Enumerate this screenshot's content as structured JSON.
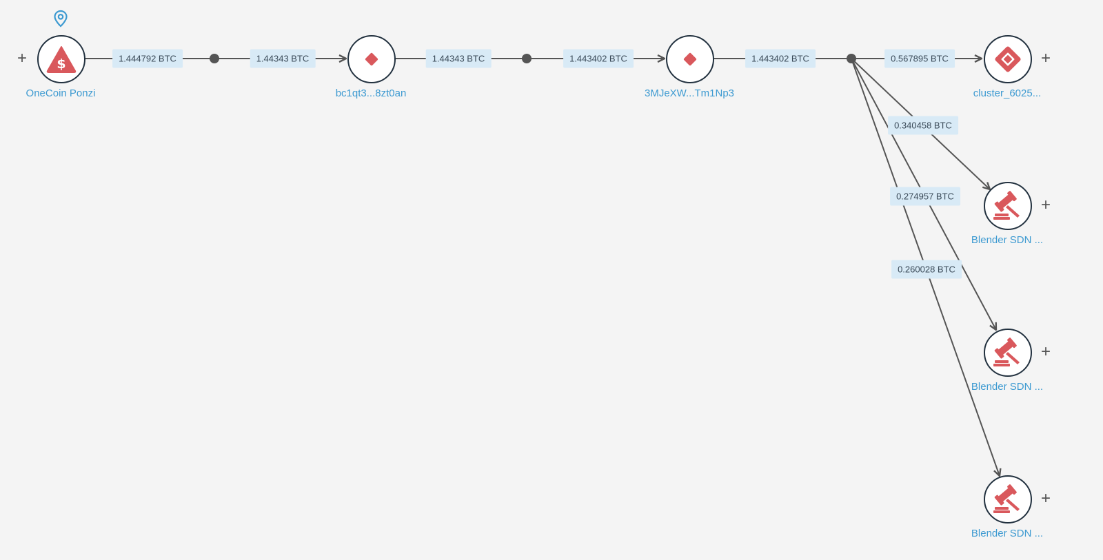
{
  "nodes": {
    "onecoin": {
      "label": "OneCoin Ponzi",
      "icon": "dollar-warning-icon"
    },
    "bc1": {
      "label": "bc1qt3...8zt0an",
      "icon": "diamond-icon"
    },
    "mje": {
      "label": "3MJeXW...Tm1Np3",
      "icon": "diamond-icon"
    },
    "cluster": {
      "label": "cluster_6025...",
      "icon": "diamond-outline-icon"
    },
    "blender1": {
      "label": "Blender SDN ...",
      "icon": "gavel-icon"
    },
    "blender2": {
      "label": "Blender SDN ...",
      "icon": "gavel-icon"
    },
    "blender3": {
      "label": "Blender SDN ...",
      "icon": "gavel-icon"
    }
  },
  "edges": [
    {
      "amount": "1.444792 BTC"
    },
    {
      "amount": "1.44343 BTC"
    },
    {
      "amount": "1.44343 BTC"
    },
    {
      "amount": "1.443402 BTC"
    },
    {
      "amount": "1.443402 BTC"
    },
    {
      "amount": "0.567895 BTC"
    },
    {
      "amount": "0.340458 BTC"
    },
    {
      "amount": "0.274957 BTC"
    },
    {
      "amount": "0.260028 BTC"
    }
  ],
  "controls": {
    "expand_symbol": "+"
  },
  "colors": {
    "accent_red": "#d9585c",
    "link_blue": "#3d9ad1",
    "edge_gray": "#555555",
    "label_bg": "#d8eaf6"
  }
}
